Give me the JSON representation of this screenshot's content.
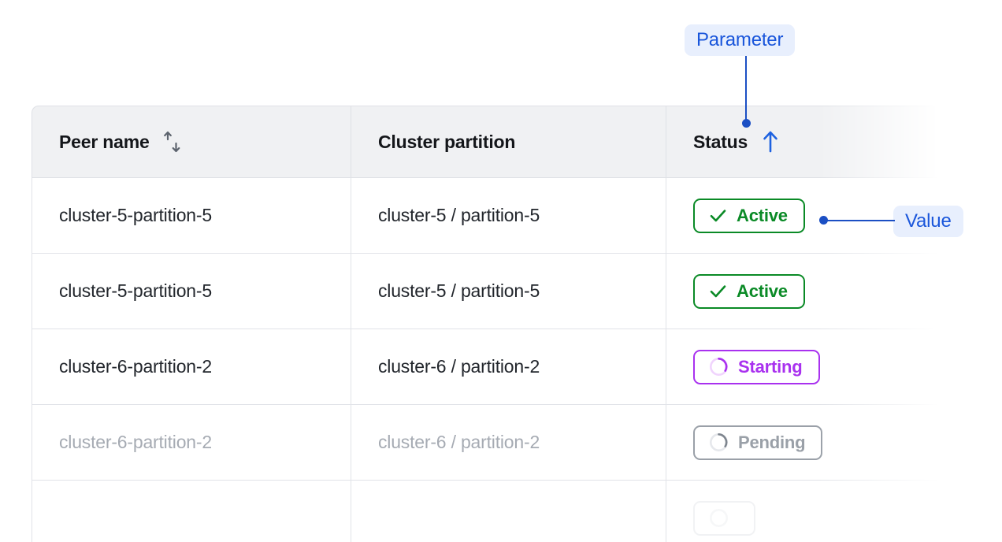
{
  "table": {
    "columns": [
      {
        "key": "peer_name",
        "label": "Peer name",
        "sort_icon": "sort-updown-icon",
        "sort_state": "none"
      },
      {
        "key": "cluster_partition",
        "label": "Cluster partition",
        "sort_icon": null,
        "sort_state": "none"
      },
      {
        "key": "status",
        "label": "Status",
        "sort_icon": "sort-up-icon",
        "sort_state": "ascending"
      }
    ],
    "rows": [
      {
        "peer_name": "cluster-5-partition-5",
        "cluster_partition": "cluster-5 / partition-5",
        "status_label": "Active",
        "status_kind": "active",
        "status_icon": "check-icon",
        "opacity": "full"
      },
      {
        "peer_name": "cluster-5-partition-5",
        "cluster_partition": "cluster-5 / partition-5",
        "status_label": "Active",
        "status_kind": "active",
        "status_icon": "check-icon",
        "opacity": "full"
      },
      {
        "peer_name": "cluster-6-partition-2",
        "cluster_partition": "cluster-6 / partition-2",
        "status_label": "Starting",
        "status_kind": "starting",
        "status_icon": "spinner-icon",
        "opacity": "full"
      },
      {
        "peer_name": "cluster-6-partition-2",
        "cluster_partition": "cluster-6 / partition-2",
        "status_label": "Pending",
        "status_kind": "pending",
        "status_icon": "spinner-icon",
        "opacity": "dim"
      },
      {
        "peer_name": "",
        "cluster_partition": "",
        "status_label": "",
        "status_kind": "ghost",
        "status_icon": "spinner-icon",
        "opacity": "faded"
      }
    ]
  },
  "annotations": [
    {
      "id": "parameter",
      "label": "Parameter",
      "target": "status-column-header"
    },
    {
      "id": "value",
      "label": "Value",
      "target": "status-badge-row-1"
    }
  ],
  "colors": {
    "annotation_text": "#1a56db",
    "annotation_bg": "#e8effd",
    "annotation_line": "#1b4fc4",
    "status_active": "#0a8a26",
    "status_starting": "#a931ef",
    "status_pending": "#9aa0a8",
    "header_bg": "#f0f1f3",
    "border": "#dfe1e6",
    "row_divider": "#e1e3e8",
    "text_primary": "#22262c",
    "text_dim": "#a6abb3"
  }
}
